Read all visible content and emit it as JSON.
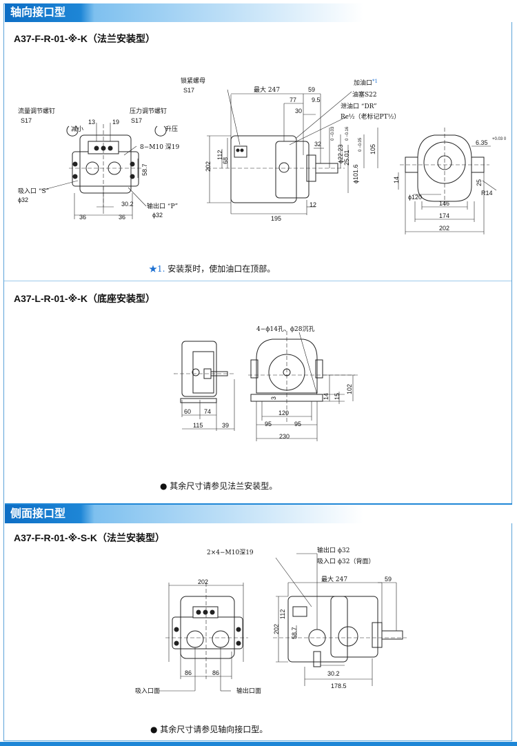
{
  "sections": [
    {
      "header": "轴向接口型"
    },
    {
      "header": "侧面接口型"
    }
  ],
  "models": {
    "m1": "A37-F-R-01-※-K（法兰安装型）",
    "m2": "A37-L-R-01-※-K（底座安装型）",
    "m3": "A37-F-R-01-※-S-K（法兰安装型）"
  },
  "notes": {
    "n1_star": "★1.",
    "n1": "安装泵时，使加油口在顶部。",
    "n2": "● 其余尺寸请参见法兰安装型。",
    "n3": "● 其余尺寸请参见轴向接口型。"
  },
  "d1": {
    "flow_screw": "流量调节螺钉",
    "s17a": "S17",
    "pressure_screw": "压力调节螺钉",
    "s17b": "S17",
    "decrease": "减小",
    "increase": "升压",
    "d13": "13",
    "d19": "19",
    "m10": "8−M10 深19",
    "d587": "58.7",
    "suction": "吸入口 “S”",
    "phi32a": "ϕ32",
    "d302": "30.2",
    "outlet": "输出口 “P”",
    "phi32b": "ϕ32",
    "d36a": "36",
    "d36b": "36"
  },
  "d2": {
    "locknut": "锁紧螺母",
    "s17": "S17",
    "max247": "最大 247",
    "d59": "59",
    "d77": "77",
    "d95": "9.5",
    "d30": "30",
    "fill": "加油口",
    "fill_mark": "*1",
    "plug": "油塞S22",
    "drain": "泄油口 “DR”",
    "rc": "Rc½（老标记PT½）",
    "d202": "202",
    "d112": "112",
    "d68": "68",
    "d32": "32",
    "phi2223": "ϕ22.23",
    "tol1": "0 −0.03",
    "d2501": "25.01",
    "tol2": "0 −0.16",
    "phi1016": "ϕ101.6",
    "tol3": "0 −0.05",
    "d105": "105",
    "d195": "195",
    "d12": "12"
  },
  "d3": {
    "d635": "6.35",
    "tol": "+0.03 0",
    "d14": "14",
    "d25": "25",
    "r14": "R14",
    "phi120": "ϕ120",
    "d146": "146",
    "d174": "174",
    "d202": "202"
  },
  "d4": {
    "d60": "60",
    "d74": "74",
    "d115": "115",
    "d39": "39"
  },
  "d5": {
    "holes": "4−ϕ14孔、ϕ28沉孔",
    "d3": "3",
    "d120": "120",
    "d14": "14",
    "d15": "15",
    "d102": "102",
    "d95a": "95",
    "d95b": "95",
    "d230": "230"
  },
  "d6": {
    "d202": "202",
    "d86a": "86",
    "d86b": "86",
    "suction_face": "吸入口面",
    "outlet_face": "输出口面"
  },
  "d7": {
    "m10": "2×4−M10深19",
    "outlet": "输出口 ϕ32",
    "suction": "吸入口 ϕ32（背面）",
    "max247": "最大 247",
    "d59": "59",
    "d202": "202",
    "d112": "112",
    "d587": "58.7",
    "d302": "30.2",
    "d1785": "178.5"
  }
}
